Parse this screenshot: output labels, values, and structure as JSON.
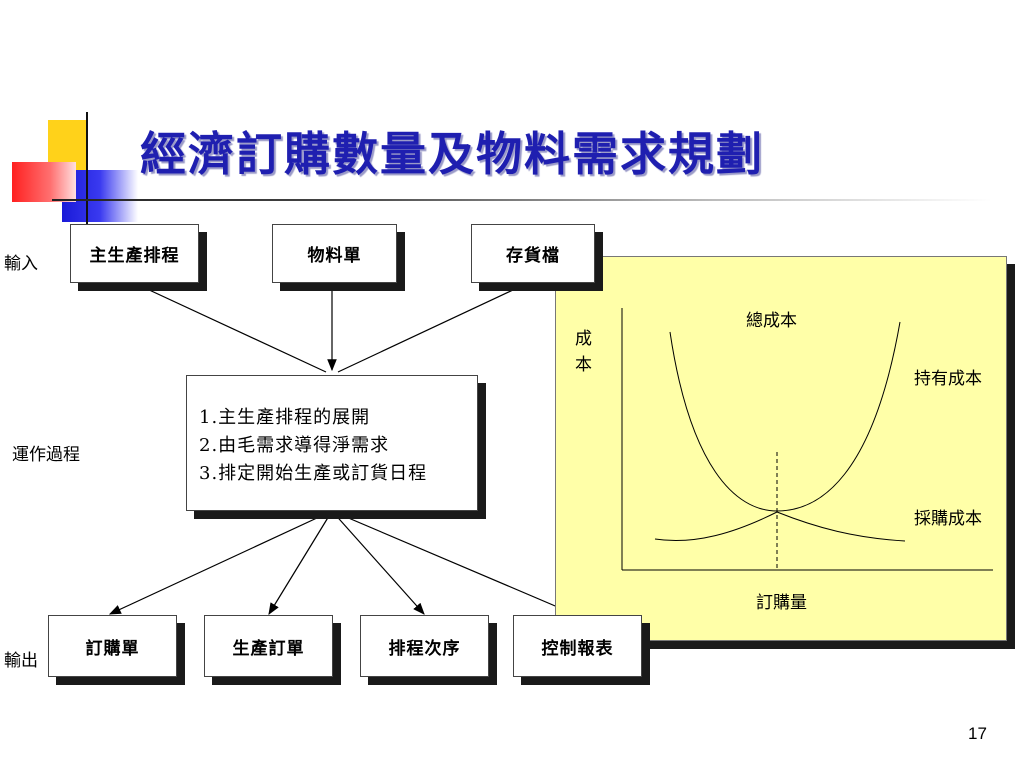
{
  "title": "經濟訂購數量及物料需求規劃",
  "labels": {
    "input": "輸入",
    "process": "運作過程",
    "output": "輸出"
  },
  "inputs": [
    "主生產排程",
    "物料單",
    "存貨檔"
  ],
  "process_steps": [
    "1.主生產排程的展開",
    "2.由毛需求導得淨需求",
    "3.排定開始生產或訂貨日程"
  ],
  "outputs": [
    "訂購單",
    "生產訂單",
    "排程次序",
    "控制報表"
  ],
  "chart": {
    "y_label_1": "成",
    "y_label_2": "本",
    "total_cost": "總成本",
    "holding_cost": "持有成本",
    "ordering_cost": "採購成本",
    "x_label": "訂購量"
  },
  "page_number": "17",
  "colors": {
    "title": "#1f1fb0",
    "panel_bg": "#ffffa8",
    "shadow": "#1a1a1a"
  }
}
